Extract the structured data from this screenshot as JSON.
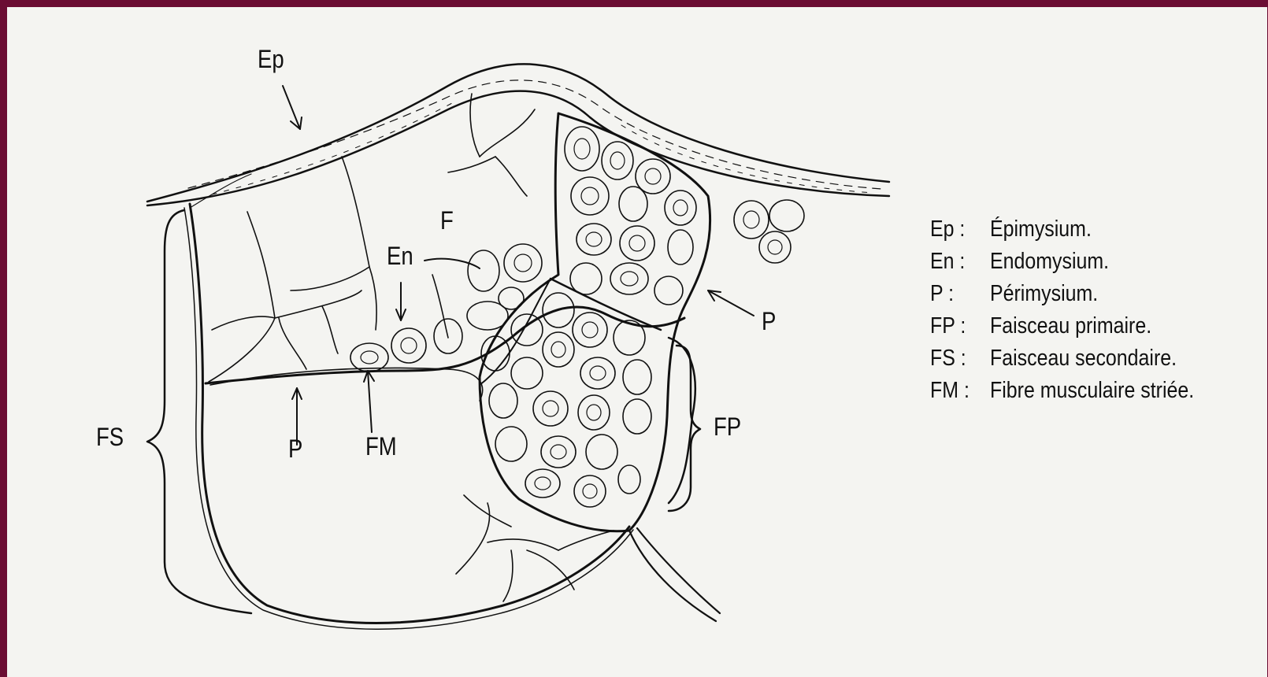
{
  "labels": {
    "ep": "Ep",
    "f": "F",
    "en": "En",
    "fs": "FS",
    "p_bottom": "P",
    "fm": "FM",
    "p_right": "P",
    "fp": "FP"
  },
  "legend": [
    {
      "abbr": "Ep :",
      "desc": "Épimysium."
    },
    {
      "abbr": "En :",
      "desc": "Endomysium."
    },
    {
      "abbr": "P :",
      "desc": "Périmysium."
    },
    {
      "abbr": "FP :",
      "desc": "Faisceau  primaire."
    },
    {
      "abbr": "FS :",
      "desc": "Faisceau  secondaire."
    },
    {
      "abbr": "FM :",
      "desc": "Fibre  musculaire  striée."
    }
  ],
  "colors": {
    "frame": "#6b0d33",
    "paper": "#f4f4f1",
    "ink": "#111111"
  }
}
